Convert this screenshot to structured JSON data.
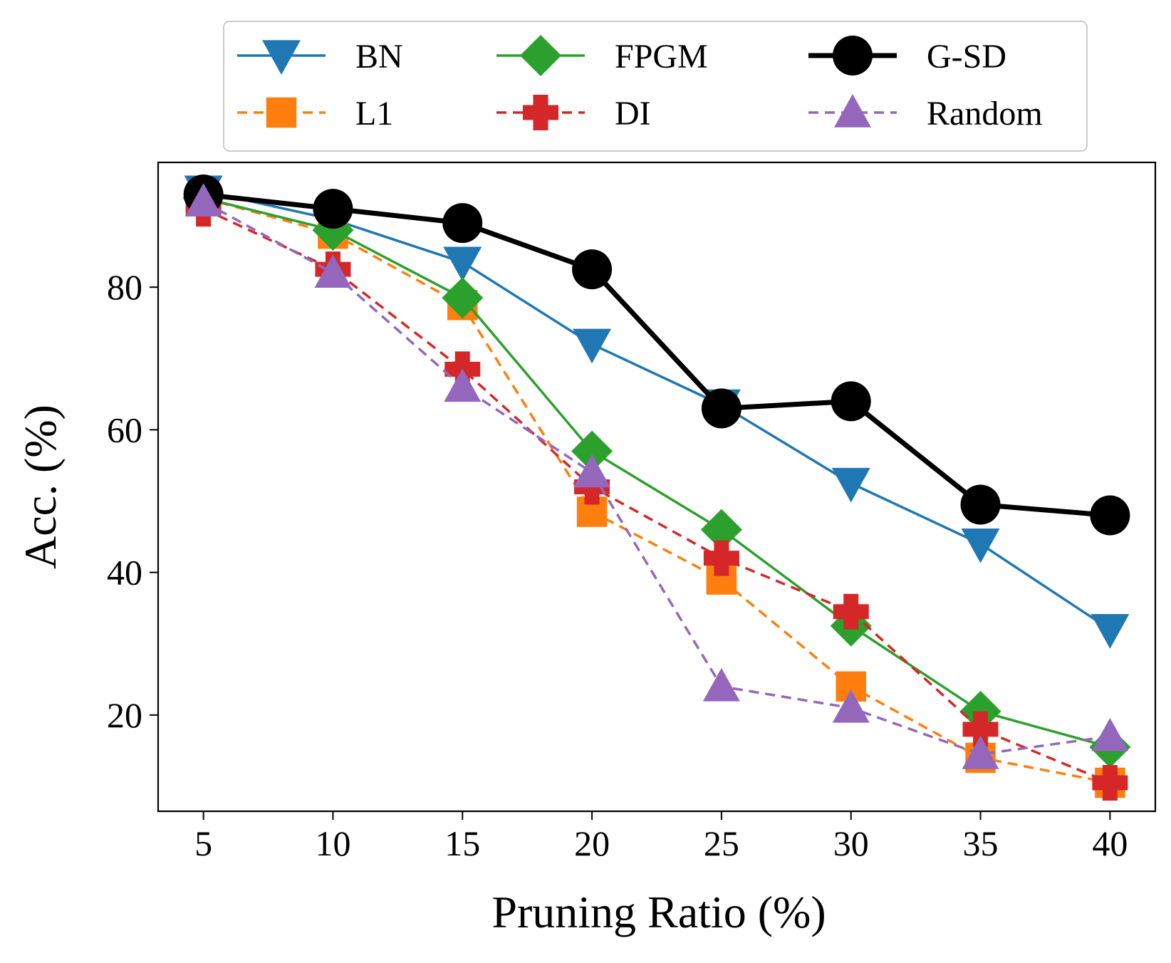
{
  "chart_data": {
    "type": "line",
    "title": "",
    "xlabel": "Pruning Ratio (%)",
    "ylabel": "Acc. (%)",
    "x": [
      5,
      10,
      15,
      20,
      25,
      30,
      35,
      40
    ],
    "xticks": [
      5,
      10,
      15,
      20,
      25,
      30,
      35,
      40
    ],
    "yticks": [
      20,
      40,
      60,
      80
    ],
    "xlim": [
      3.25,
      41.75
    ],
    "ylim": [
      6.5,
      97.5
    ],
    "grid": false,
    "legend_position": "top (outside, above plot)",
    "series": [
      {
        "name": "BN",
        "color": "#1f77b4",
        "marker": "triangle-down",
        "linestyle": "solid",
        "values": [
          93.5,
          89.5,
          83.5,
          72.0,
          63.5,
          52.5,
          44.0,
          32.0
        ]
      },
      {
        "name": "L1",
        "color": "#ff7f0e",
        "marker": "square",
        "linestyle": "dashed",
        "values": [
          92.5,
          87.5,
          77.5,
          48.5,
          39.0,
          24.0,
          14.0,
          10.5
        ]
      },
      {
        "name": "FPGM",
        "color": "#2ca02c",
        "marker": "diamond",
        "linestyle": "solid",
        "values": [
          92.5,
          88.0,
          78.5,
          57.0,
          46.0,
          32.5,
          20.5,
          15.5
        ]
      },
      {
        "name": "DI",
        "color": "#d62728",
        "marker": "plus",
        "linestyle": "dashed",
        "values": [
          91.0,
          82.5,
          68.5,
          52.0,
          42.0,
          34.5,
          18.0,
          10.5
        ]
      },
      {
        "name": "G-SD",
        "color": "#000000",
        "marker": "circle",
        "linestyle": "solid",
        "values": [
          93.0,
          91.0,
          89.0,
          82.5,
          63.0,
          64.0,
          49.5,
          48.0
        ]
      },
      {
        "name": "Random",
        "color": "#9467bd",
        "marker": "triangle-up",
        "linestyle": "dashed",
        "values": [
          92.0,
          82.0,
          66.0,
          54.0,
          24.0,
          21.0,
          14.5,
          17.0
        ]
      }
    ],
    "legend_order": [
      "BN",
      "L1",
      "FPGM",
      "DI",
      "G-SD",
      "Random"
    ]
  }
}
